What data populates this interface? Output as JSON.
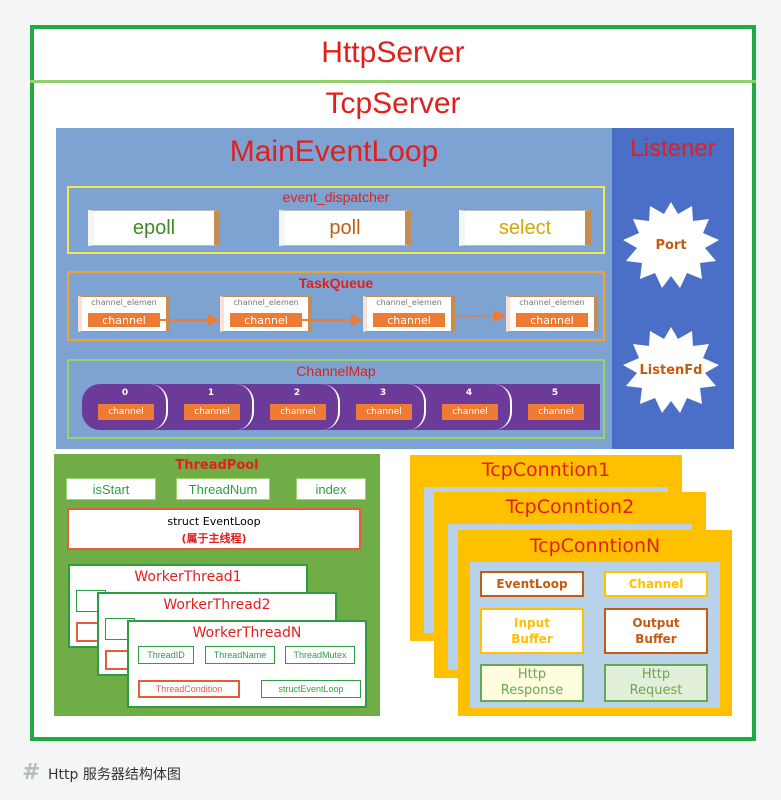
{
  "http_server": "HttpServer",
  "tcp_server": "TcpServer",
  "main_event_loop": {
    "title": "MainEventLoop",
    "dispatcher": {
      "title": "event_dispatcher",
      "items": [
        "epoll",
        "poll",
        "select"
      ]
    },
    "task_queue": {
      "title": "TaskQueue",
      "element_label": "channel_elemen",
      "channel_label": "channel"
    },
    "channel_map": {
      "title": "ChannelMap",
      "indices": [
        "0",
        "1",
        "2",
        "3",
        "4",
        "5"
      ],
      "channel_label": "channel"
    }
  },
  "listener": {
    "title": "Listener",
    "port": "Port",
    "listen_fd": "ListenFd"
  },
  "thread_pool": {
    "title": "ThreadPool",
    "fields": [
      "isStart",
      "ThreadNum",
      "index"
    ],
    "event_loop_line1": "struct EventLoop",
    "event_loop_line2": "(属于主线程)",
    "workers": [
      "WorkerThread1",
      "WorkerThread2",
      "WorkerThreadN"
    ],
    "worker_fields": [
      "ThreadID",
      "ThreadName",
      "ThreadMutex",
      "ThreadCondition",
      "structEventLoop"
    ]
  },
  "tcp_connections": {
    "titles": [
      "TcpConntion1",
      "TcpConntion2",
      "TcpConntionN"
    ],
    "event_loop": "EventLoop",
    "channel": "Channel",
    "input_buffer": "Input\nBuffer",
    "output_buffer": "Output\nBuffer",
    "http_response": "Http\nResponse",
    "http_request": "Http\nRequest"
  },
  "caption": {
    "hash": "#",
    "text": "Http 服务器结构体图"
  },
  "colors": {
    "frame_green": "#1faa45",
    "title_red": "#e0201c",
    "main_blue": "#7da3d3",
    "listener_blue": "#4b6fc7",
    "pool_green": "#70ad47",
    "conn_yellow": "#ffc000",
    "channel_orange": "#ee7b33",
    "map_purple": "#6c3b9a"
  }
}
